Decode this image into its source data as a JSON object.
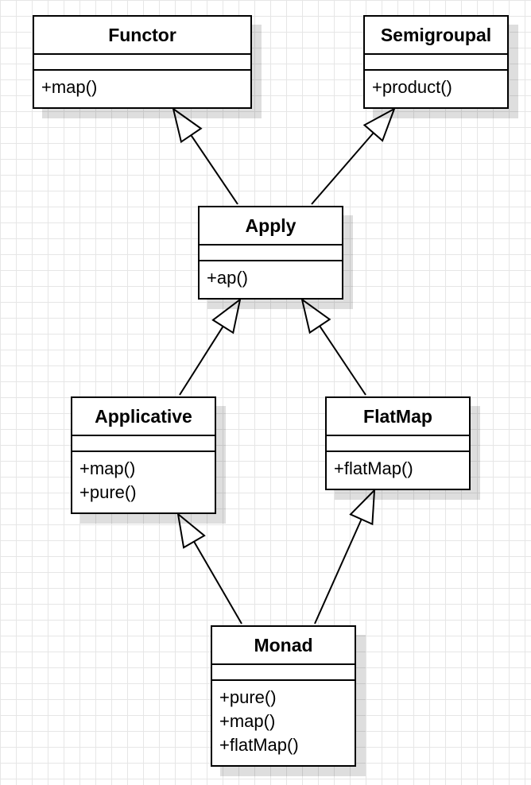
{
  "diagram": {
    "type": "uml-class-diagram",
    "classes": [
      {
        "id": "functor",
        "name": "Functor",
        "operations": [
          "+map()"
        ]
      },
      {
        "id": "semigroupal",
        "name": "Semigroupal",
        "operations": [
          "+product()"
        ]
      },
      {
        "id": "apply",
        "name": "Apply",
        "operations": [
          "+ap()"
        ]
      },
      {
        "id": "applicative",
        "name": "Applicative",
        "operations": [
          "+map()",
          "+pure()"
        ]
      },
      {
        "id": "flatmap",
        "name": "FlatMap",
        "operations": [
          "+flatMap()"
        ]
      },
      {
        "id": "monad",
        "name": "Monad",
        "operations": [
          "+pure()",
          "+map()",
          "+flatMap()"
        ]
      }
    ],
    "relationships": [
      {
        "type": "generalization",
        "from": "apply",
        "to": "functor"
      },
      {
        "type": "generalization",
        "from": "apply",
        "to": "semigroupal"
      },
      {
        "type": "generalization",
        "from": "applicative",
        "to": "apply"
      },
      {
        "type": "generalization",
        "from": "flatmap",
        "to": "apply"
      },
      {
        "type": "generalization",
        "from": "monad",
        "to": "applicative"
      },
      {
        "type": "generalization",
        "from": "monad",
        "to": "flatmap"
      }
    ]
  },
  "style": {
    "line_color": "#000000",
    "box_fill": "#ffffff",
    "grid_color": "#e6e6e6"
  }
}
